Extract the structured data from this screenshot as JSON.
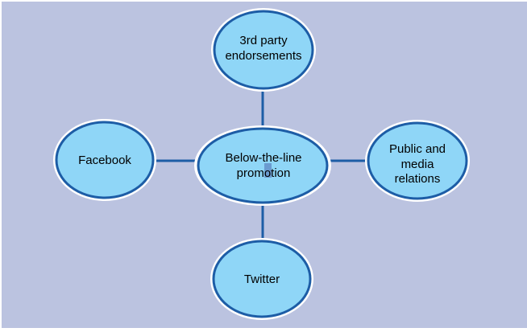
{
  "diagram": {
    "center": {
      "lines": [
        "Below-the-line",
        "promotion"
      ]
    },
    "nodes": {
      "top": {
        "lines": [
          "3rd party",
          "endorsements"
        ]
      },
      "left": {
        "lines": [
          "Facebook"
        ]
      },
      "right": {
        "lines": [
          "Public and",
          "media",
          "relations"
        ]
      },
      "bottom": {
        "lines": [
          "Twitter"
        ]
      }
    }
  },
  "colors": {
    "background": "#bbc3e0",
    "node_fill": "#8fd6f7",
    "node_stroke": "#1d5da6",
    "connector": "#1d5da6",
    "text_highlight": "#6b9bd0"
  }
}
